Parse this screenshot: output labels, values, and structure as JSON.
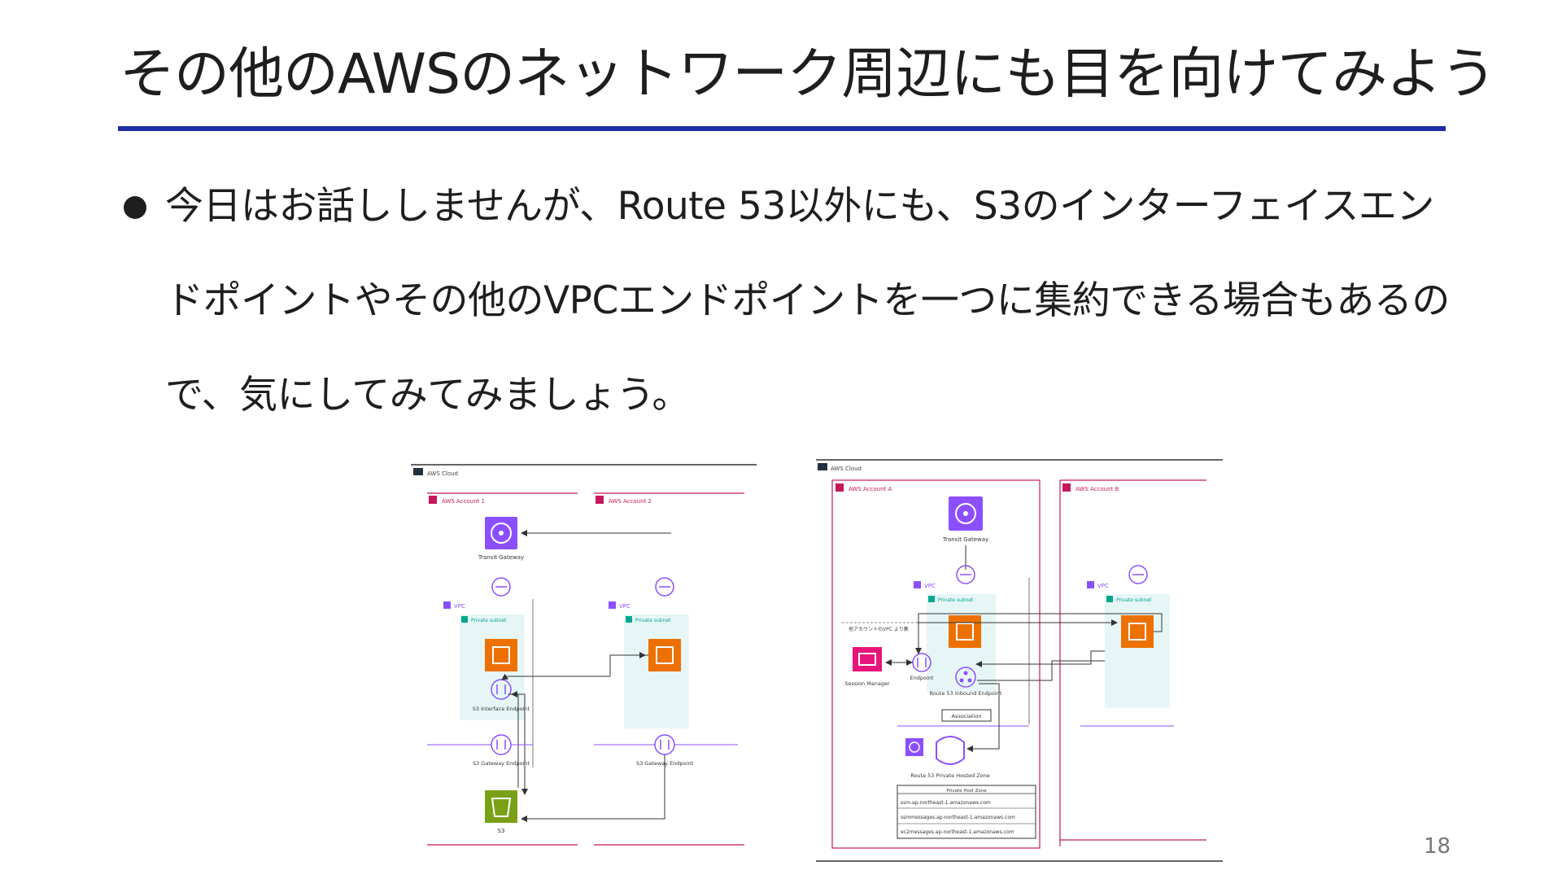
{
  "slide": {
    "title": "その他のAWSのネットワーク周辺にも目を向けてみよう",
    "bullet_lines": [
      "今日はお話ししませんが、Route 53以外にも、S3のインターフェイスエン",
      "ドポイントやその他のVPCエンドポイントを一つに集約できる場合もあるの",
      "で、気にしてみてみましょう。"
    ],
    "page_number": "18"
  },
  "diagram_left": {
    "cloud_label": "AWS Cloud",
    "account1_label": "AWS Account 1",
    "account2_label": "AWS Account 2",
    "tgw_label": "Transit Gateway",
    "vpc_label": "VPC",
    "subnet_label": "Private subnet",
    "s3_interface_label": "S3 Interface Endpoint",
    "s3_gateway_label": "S3 Gateway Endpoint",
    "s3_label": "S3"
  },
  "diagram_right": {
    "cloud_label": "AWS Cloud",
    "accountA_label": "AWS Account A",
    "accountB_label": "AWS Account B",
    "tgw_label": "Transit Gateway",
    "vpc_label": "VPC",
    "subnet_label": "Private subnet",
    "other_vpc_note": "他アカウントのVPC より集",
    "session_manager_label": "Session Manager",
    "endpoint_label": "Endpoint",
    "inbound_label": "Route 53 Inbound Endpoint",
    "association_label": "Association",
    "phz_label": "Route 53 Private Hosted Zone",
    "phz_box_title": "Private Host Zone",
    "phz_records": [
      "ssm.ap-northeast-1.amazonaws.com",
      "ssmmessages.ap-northeast-1.amazonaws.com",
      "ec2messages.ap-northeast-1.amazonaws.com"
    ]
  },
  "colors": {
    "title_rule": "#1c2da6",
    "account_border": "#c7175b",
    "tgw": "#8c4fff",
    "ec2": "#ed7100",
    "s3": "#7aa116",
    "subnet_fill": "#e6f6f7",
    "subnet_icon": "#01a88d",
    "management": "#e7157b"
  }
}
